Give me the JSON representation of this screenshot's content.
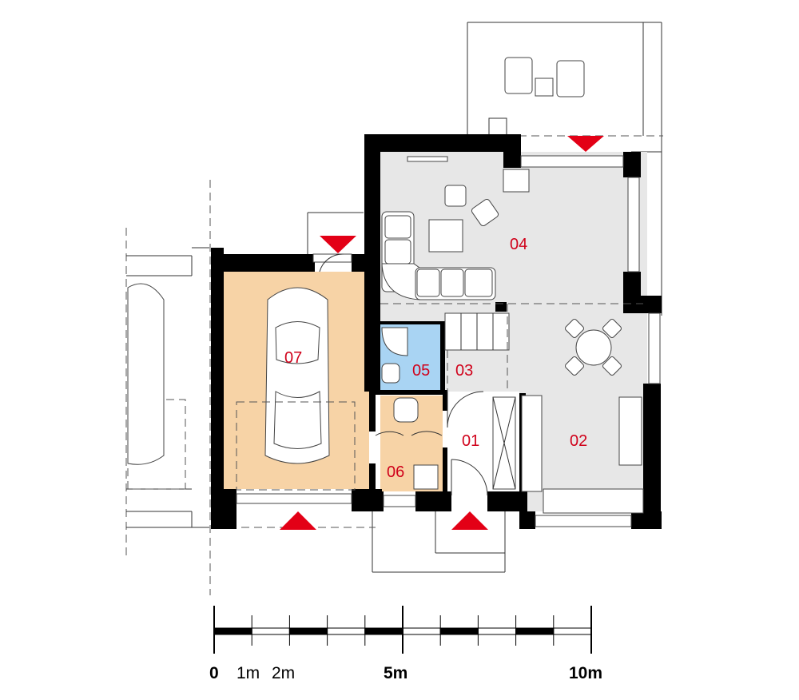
{
  "colors": {
    "living_floor": "#e7e7e7",
    "garage_floor": "#f7d3a6",
    "bathroom_floor": "#a9d4f3",
    "utility_floor": "#f7d3a6",
    "wall": "#000000",
    "marker": "#e30016",
    "label": "#d0021b"
  },
  "rooms": [
    {
      "id": "01",
      "label": "01"
    },
    {
      "id": "02",
      "label": "02"
    },
    {
      "id": "03",
      "label": "03"
    },
    {
      "id": "04",
      "label": "04"
    },
    {
      "id": "05",
      "label": "05"
    },
    {
      "id": "06",
      "label": "06"
    },
    {
      "id": "07",
      "label": "07"
    }
  ],
  "scale_bar": {
    "labels": {
      "zero": "0",
      "one": "1m",
      "two": "2m",
      "five": "5m",
      "ten": "10m"
    }
  },
  "icons": {
    "entrance_marker": "red-triangle-icon",
    "car": "car-icon",
    "armchair": "armchair-icon",
    "sofa": "sofa-icon",
    "dining_table": "dining-table-icon"
  }
}
